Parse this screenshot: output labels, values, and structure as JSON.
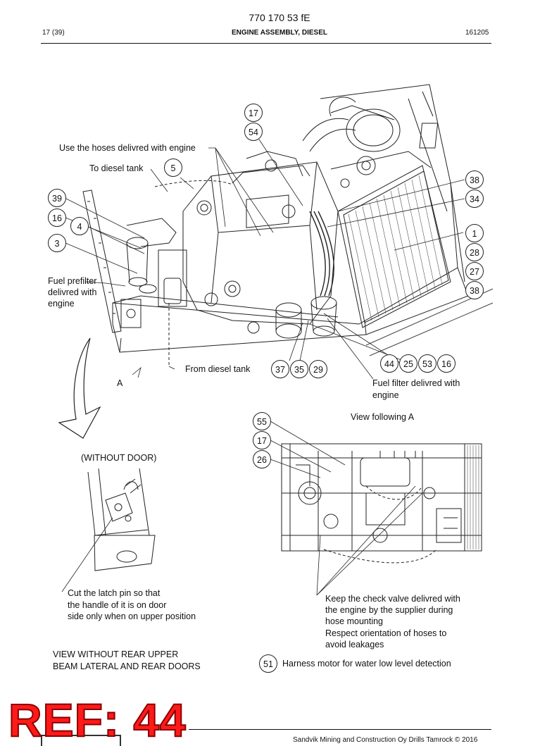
{
  "header": {
    "doc_code": "770 170 53 fE",
    "page": "17 (39)",
    "title": "ENGINE ASSEMBLY, DIESEL",
    "date": "161205"
  },
  "labels": {
    "hoses": "Use the hoses delivred with engine",
    "diesel_tank_to": "To diesel tank",
    "prefilter_1": "Fuel prefilter",
    "prefilter_2": "delivred with",
    "prefilter_3": "engine",
    "from_tank": "From diesel tank",
    "view_a": "A",
    "fuel_filter_1": "Fuel filter delivred with",
    "fuel_filter_2": "engine",
    "view_following": "View following A",
    "without_door": "(WITHOUT DOOR)",
    "latch_1": "Cut the latch pin so that",
    "latch_2": "the handle of it is on door",
    "latch_3": "side only when on upper position",
    "check_1": "Keep the check valve delivred with",
    "check_2": "the engine by the supplier during",
    "check_3": "hose mounting",
    "check_4": "Respect orientation of hoses to",
    "check_5": "avoid leakages",
    "view_without_1": "VIEW WITHOUT REAR UPPER",
    "view_without_2": "BEAM LATERAL AND REAR DOORS",
    "harness": "Harness motor for water low level detection"
  },
  "balloons": {
    "b17_top": "17",
    "b54": "54",
    "b5": "5",
    "b38_top": "38",
    "b34": "34",
    "b39": "39",
    "b16_left": "16",
    "b4": "4",
    "b3": "3",
    "b1": "1",
    "b28": "28",
    "b27": "27",
    "b38_bot": "38",
    "b44": "44",
    "b25": "25",
    "b53": "53",
    "b16_right": "16",
    "b37": "37",
    "b35": "35",
    "b29": "29",
    "b55": "55",
    "b17_mid": "17",
    "b26": "26",
    "b51": "51"
  },
  "stamp": {
    "ref": "REF: 44"
  },
  "footer": {
    "copyright": "Sandvik Mining and Construction Oy Drills Tamrock © 2016"
  }
}
